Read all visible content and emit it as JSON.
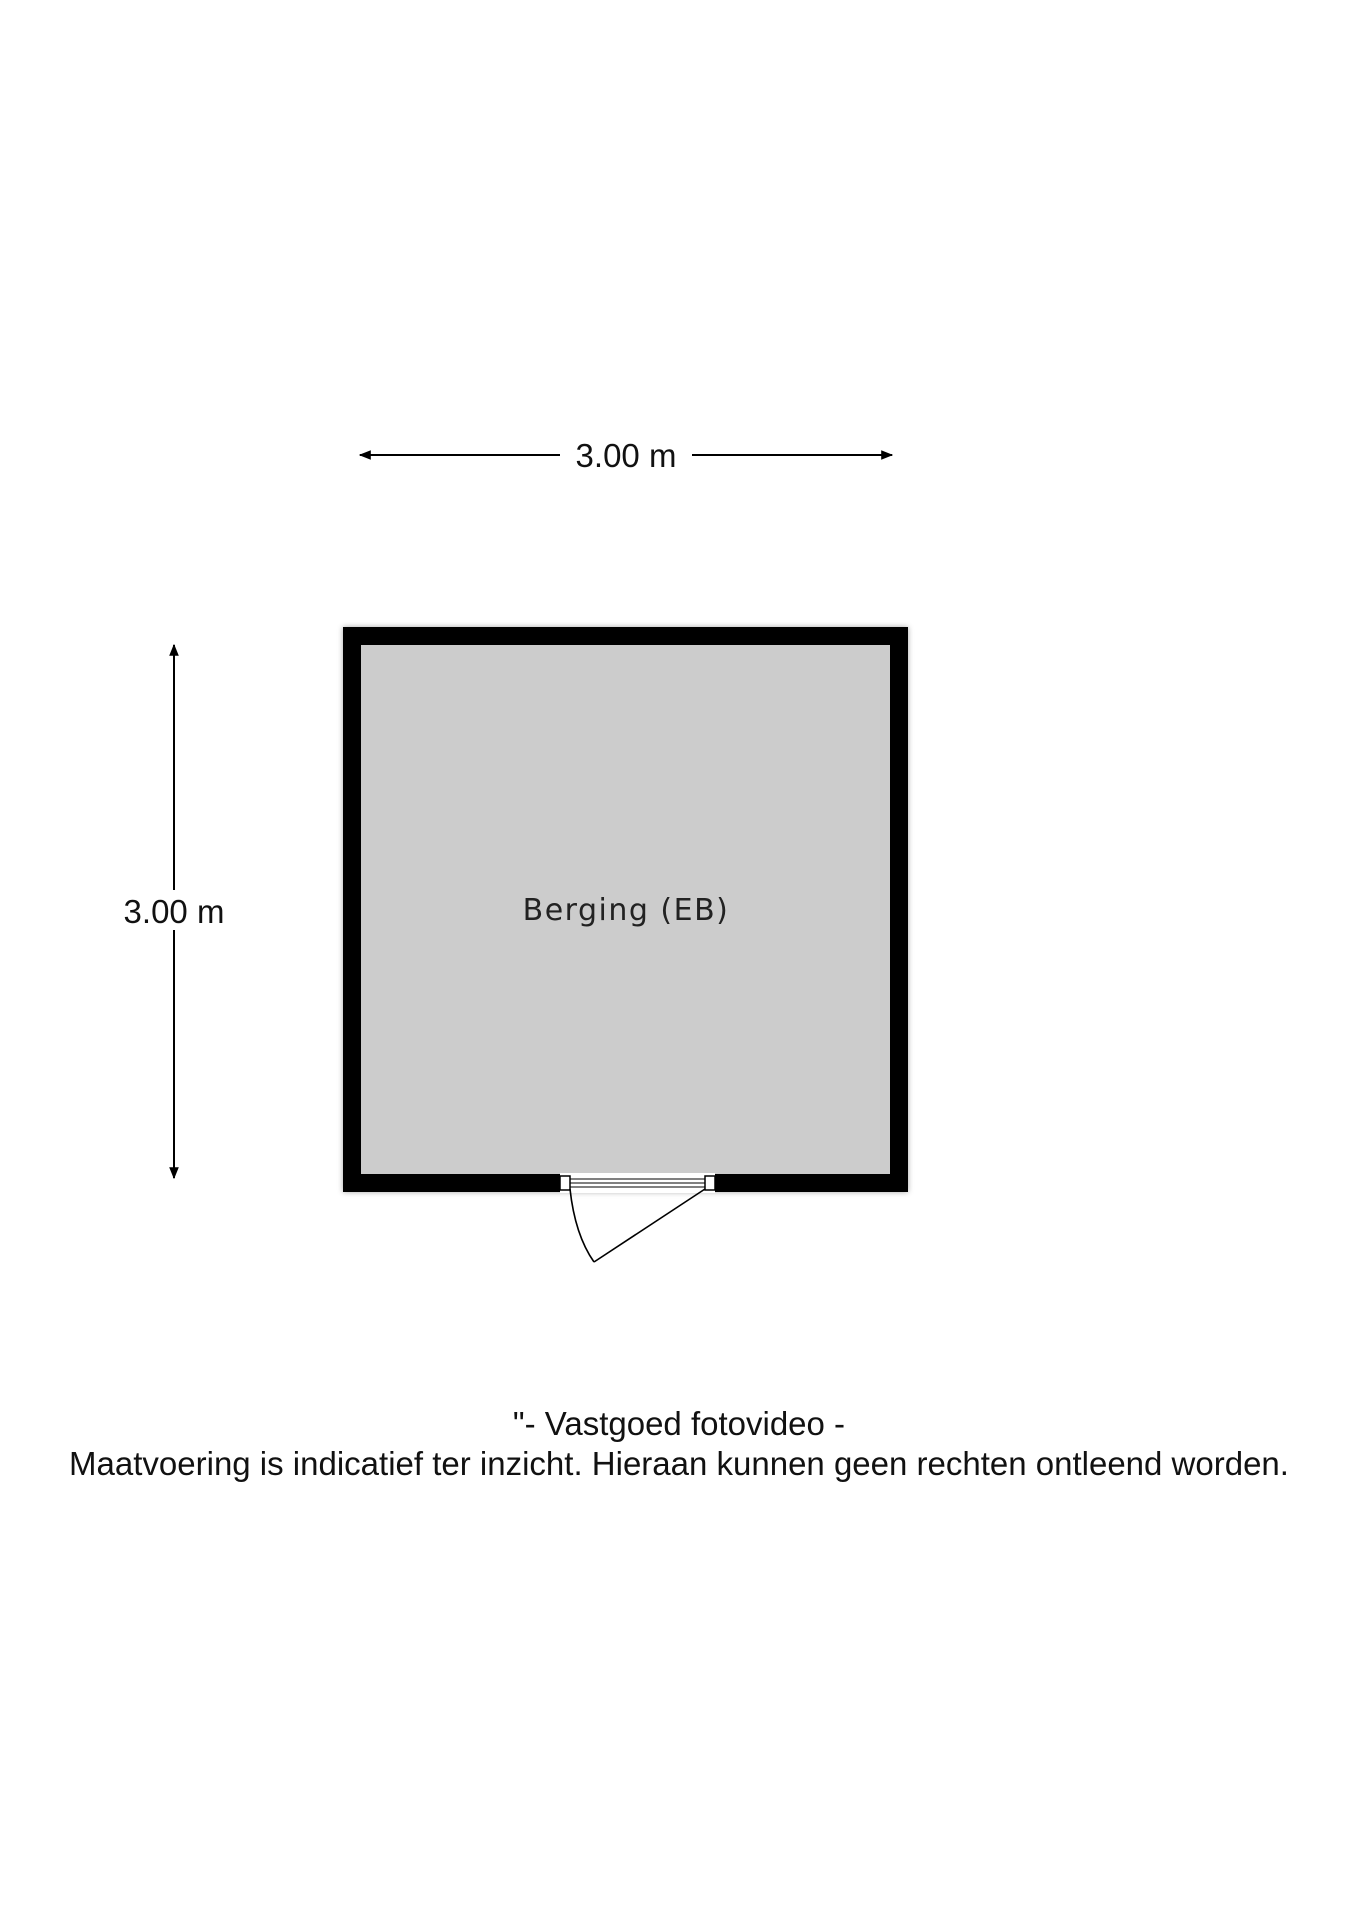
{
  "dimensions": {
    "width_label": "3.00 m",
    "height_label": "3.00 m"
  },
  "room": {
    "name": "Berging (EB)"
  },
  "footer": {
    "line1": "\"- Vastgoed fotovideo -",
    "line2": "Maatvoering is indicatief ter inzicht. Hieraan kunnen geen rechten ontleend worden."
  },
  "colors": {
    "wall": "#000000",
    "floor": "#cccccc",
    "background": "#ffffff"
  }
}
